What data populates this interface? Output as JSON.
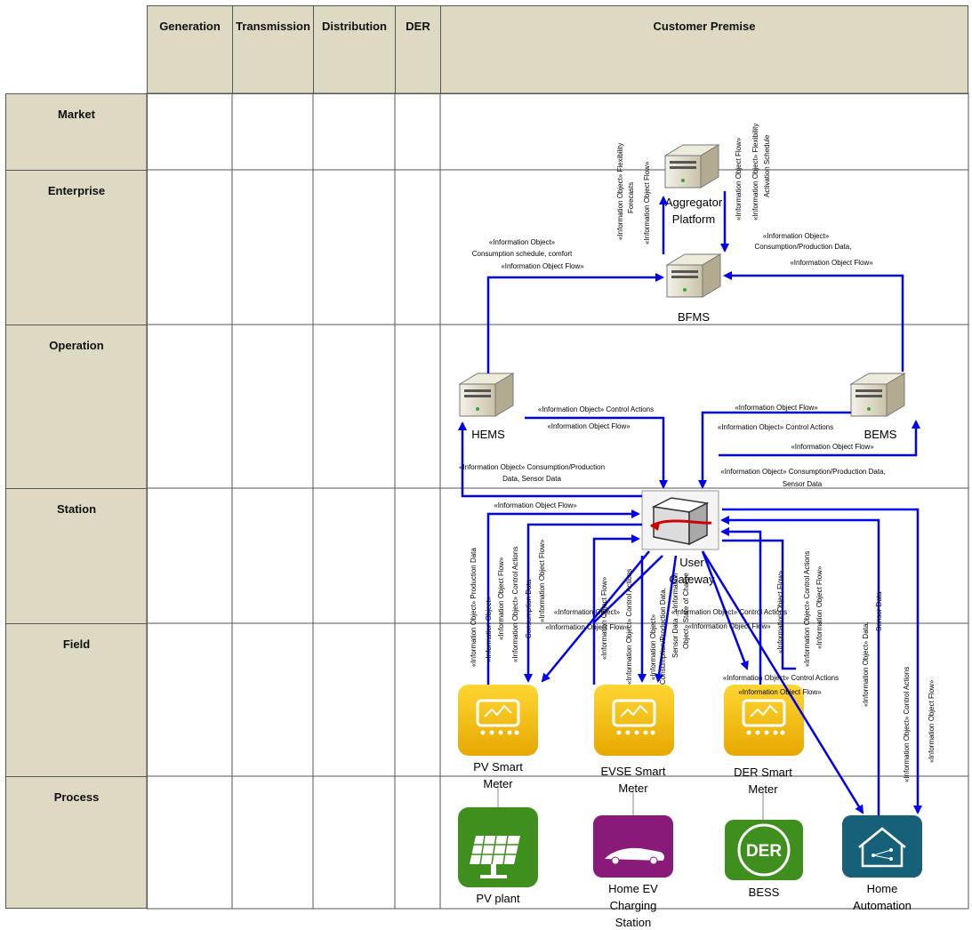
{
  "domains": [
    "Generation",
    "Transmission",
    "Distribution",
    "DER",
    "Customer Premise"
  ],
  "zones": [
    "Market",
    "Enterprise",
    "Operation",
    "Station",
    "Field",
    "Process"
  ],
  "nodes": {
    "aggregator": "Aggregator Platform",
    "bfms": "BFMS",
    "hems": "HEMS",
    "bems": "BEMS",
    "gateway": "User Gateway",
    "pv_meter": "PV Smart Meter",
    "evse_meter": "EVSE Smart Meter",
    "der_meter": "DER Smart Meter",
    "pv_plant": "PV plant",
    "ev_station": "Home EV Charging Station",
    "bess": "BESS",
    "home_automation": "Home Automation",
    "der_icon_text": "DER"
  },
  "flows": {
    "flex_forecasts_1": "«Information Object» Flexibility",
    "flex_forecasts_2": "Forecasts",
    "iof": "«Information Object Flow»",
    "flex_sched_1": "«Information Object» Flexibility",
    "flex_sched_2": "Activation Schedule",
    "cons_sched_1": "«Information Object»",
    "cons_sched_2": "Consumption schedule, comfort",
    "cons_prod_1": "«Information Object»",
    "cons_prod_2": "Consumption/Production Data,",
    "control_actions": "«Information Object» Control Actions",
    "hems_data_1": "«Information Object» Consumption/Production",
    "hems_data_2": "Data, Sensor Data",
    "bems_data_1": "«Information Object» Consumption/Production Data,",
    "bems_data_2": "Sensor Data",
    "production_data": "«Information Object» Production Data",
    "info_object": "«Information Object»",
    "control_actions_v": "«Information Object» Control Actions",
    "consumption_data": "Consumption Data",
    "evse_data_1": "«Information Object»",
    "evse_data_2": "Consumption/Production Data,",
    "evse_data_3": "Sensor Data , «Information",
    "evse_data_4": "Object» State of Charge",
    "sensor_data": "«Information Object» Data,",
    "sensor_data_2": "Sensor Data"
  }
}
